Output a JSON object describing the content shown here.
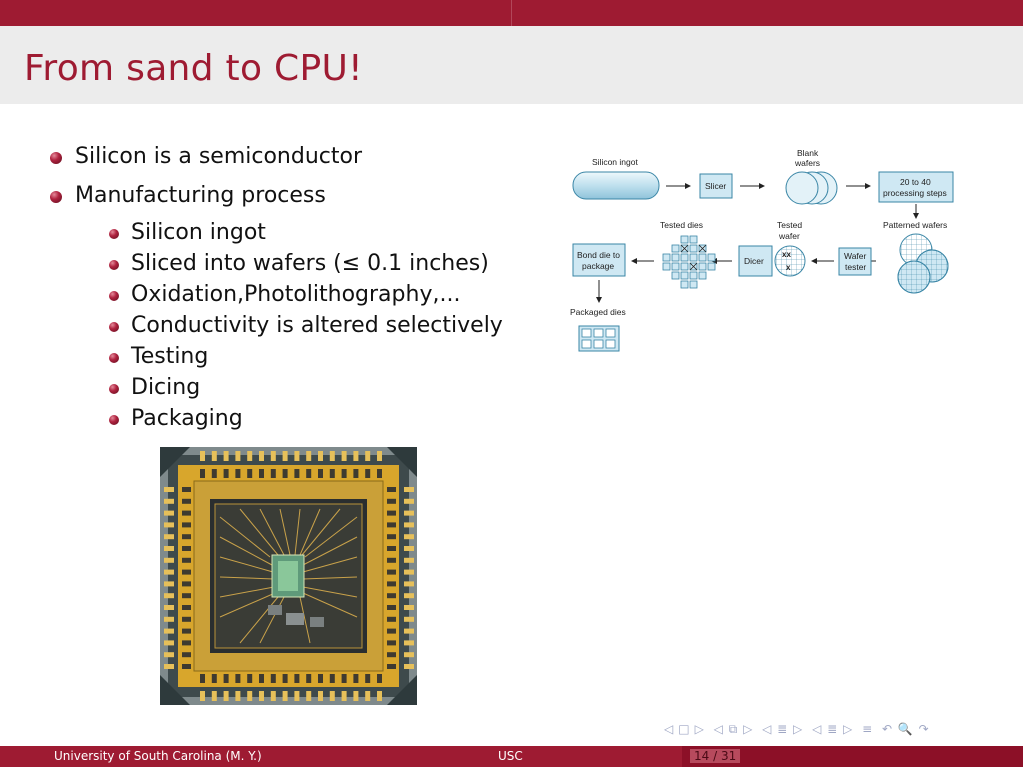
{
  "slide": {
    "title": "From sand to CPU!",
    "bullets": [
      "Silicon is a semiconductor",
      "Manufacturing process"
    ],
    "sub_bullets": [
      "Silicon ingot",
      "Sliced into wafers (≤ 0.1 inches)",
      "Oxidation,Photolithography,...",
      "Conductivity is altered selectively",
      "Testing",
      "Dicing",
      "Packaging"
    ]
  },
  "diagram": {
    "silicon_ingot": "Silicon ingot",
    "slicer": "Slicer",
    "blank_wafers_1": "Blank",
    "blank_wafers_2": "wafers",
    "processing_1": "20 to 40",
    "processing_2": "processing steps",
    "patterned_wafers": "Patterned wafers",
    "wafer_tester_1": "Wafer",
    "wafer_tester_2": "tester",
    "tested_wafer_1": "Tested",
    "tested_wafer_2": "wafer",
    "dicer": "Dicer",
    "tested_dies": "Tested dies",
    "bond_1": "Bond die to",
    "bond_2": "package",
    "packaged_dies": "Packaged dies"
  },
  "footer": {
    "left": "University of South Carolina  (M. Y.)",
    "center": "USC",
    "page": "14 / 31"
  },
  "colors": {
    "accent": "#9e1b32",
    "title_band": "#ececec",
    "diagram_fill": "#cfe8f3",
    "diagram_stroke": "#3a86a6"
  }
}
